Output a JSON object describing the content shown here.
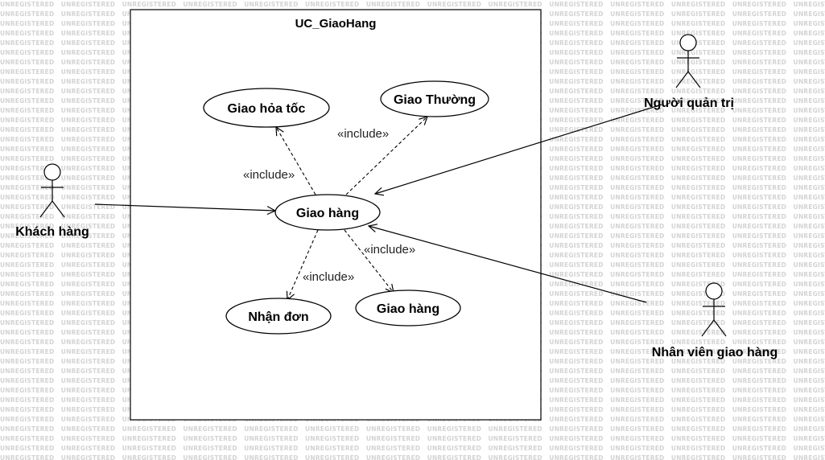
{
  "watermark": "UNREGISTERED",
  "system": {
    "title": "UC_GiaoHang"
  },
  "actors": {
    "customer": "Khách hàng",
    "admin": "Người quản trị",
    "shipper": "Nhân viên giao hàng"
  },
  "use_cases": {
    "main": "Giao hàng",
    "express": "Giao hỏa tốc",
    "standard": "Giao Thường",
    "receive": "Nhận đơn",
    "deliver": "Giao hàng"
  },
  "relations": {
    "include_express": "«include»",
    "include_standard": "«include»",
    "include_receive": "«include»",
    "include_deliver": "«include»"
  }
}
